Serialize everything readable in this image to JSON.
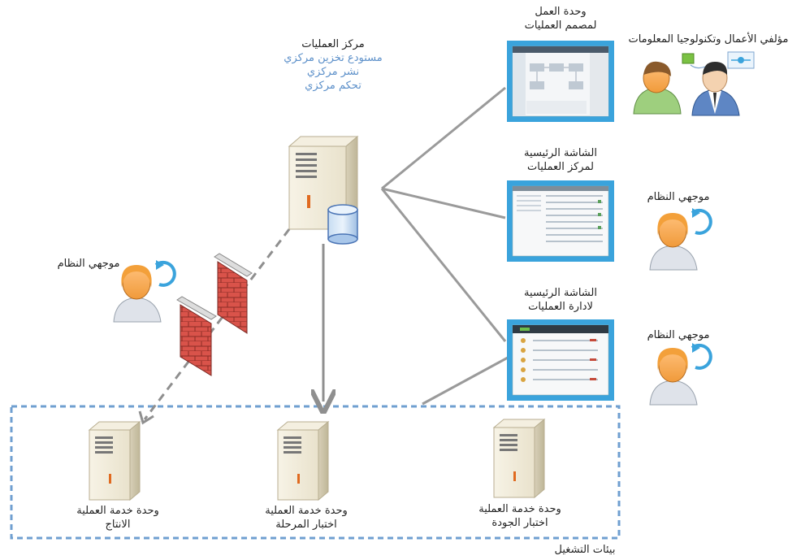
{
  "center": {
    "title": "مركز العمليات",
    "features": [
      "مستودع تخزين مركزي",
      "نشر مركزي",
      "تحكم مركزي"
    ]
  },
  "workstations": [
    {
      "lines": [
        "وحدة العمل",
        "لمصمم العمليات"
      ]
    },
    {
      "lines": [
        "الشاشة الرئيسية",
        "لمركز العمليات"
      ]
    },
    {
      "lines": [
        "الشاشة الرئيسية",
        "لادارة العمليات"
      ]
    }
  ],
  "roles": {
    "authors": "مؤلفي الأعمال وتكنولوجيا المعلومات",
    "admin_top": "موجهي النظام",
    "admin_bottom": "موجهي النظام",
    "admin_left": "موجهي النظام"
  },
  "servers": [
    {
      "lines": [
        "وحدة خدمة العملية",
        "الانتاج"
      ]
    },
    {
      "lines": [
        "وحدة خدمة العملية",
        "اختبار المرحلة"
      ]
    },
    {
      "lines": [
        "وحدة خدمة العملية",
        "اختبار الجودة"
      ]
    }
  ],
  "environments_label": "بيئات التشغيل",
  "colors": {
    "accent_blue": "#3aa3dc",
    "feature_text": "#5b8fc9",
    "connector_gray": "#9a9a9a",
    "firewall_brick": "#d9534a",
    "dashed_border": "#6f9fd0"
  }
}
